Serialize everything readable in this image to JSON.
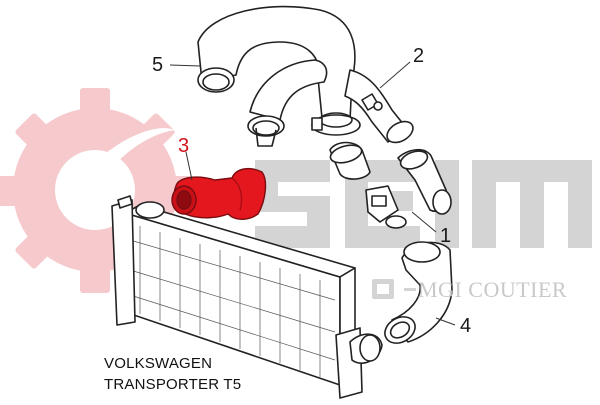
{
  "callouts": [
    {
      "id": "1",
      "label": "1"
    },
    {
      "id": "2",
      "label": "2"
    },
    {
      "id": "3",
      "label": "3"
    },
    {
      "id": "4",
      "label": "4"
    },
    {
      "id": "5",
      "label": "5"
    }
  ],
  "vehicle": {
    "line1": "VOLKSWAGEN",
    "line2": "TRANSPORTER T5"
  },
  "brand": {
    "logo_text": "Seim",
    "subtitle": "MGI COUTIER"
  },
  "colors": {
    "highlight_part": "#e4161e",
    "watermark_gear": "#f6c9cd",
    "watermark_text": "#d4d4d4",
    "line_art": "#222222"
  }
}
